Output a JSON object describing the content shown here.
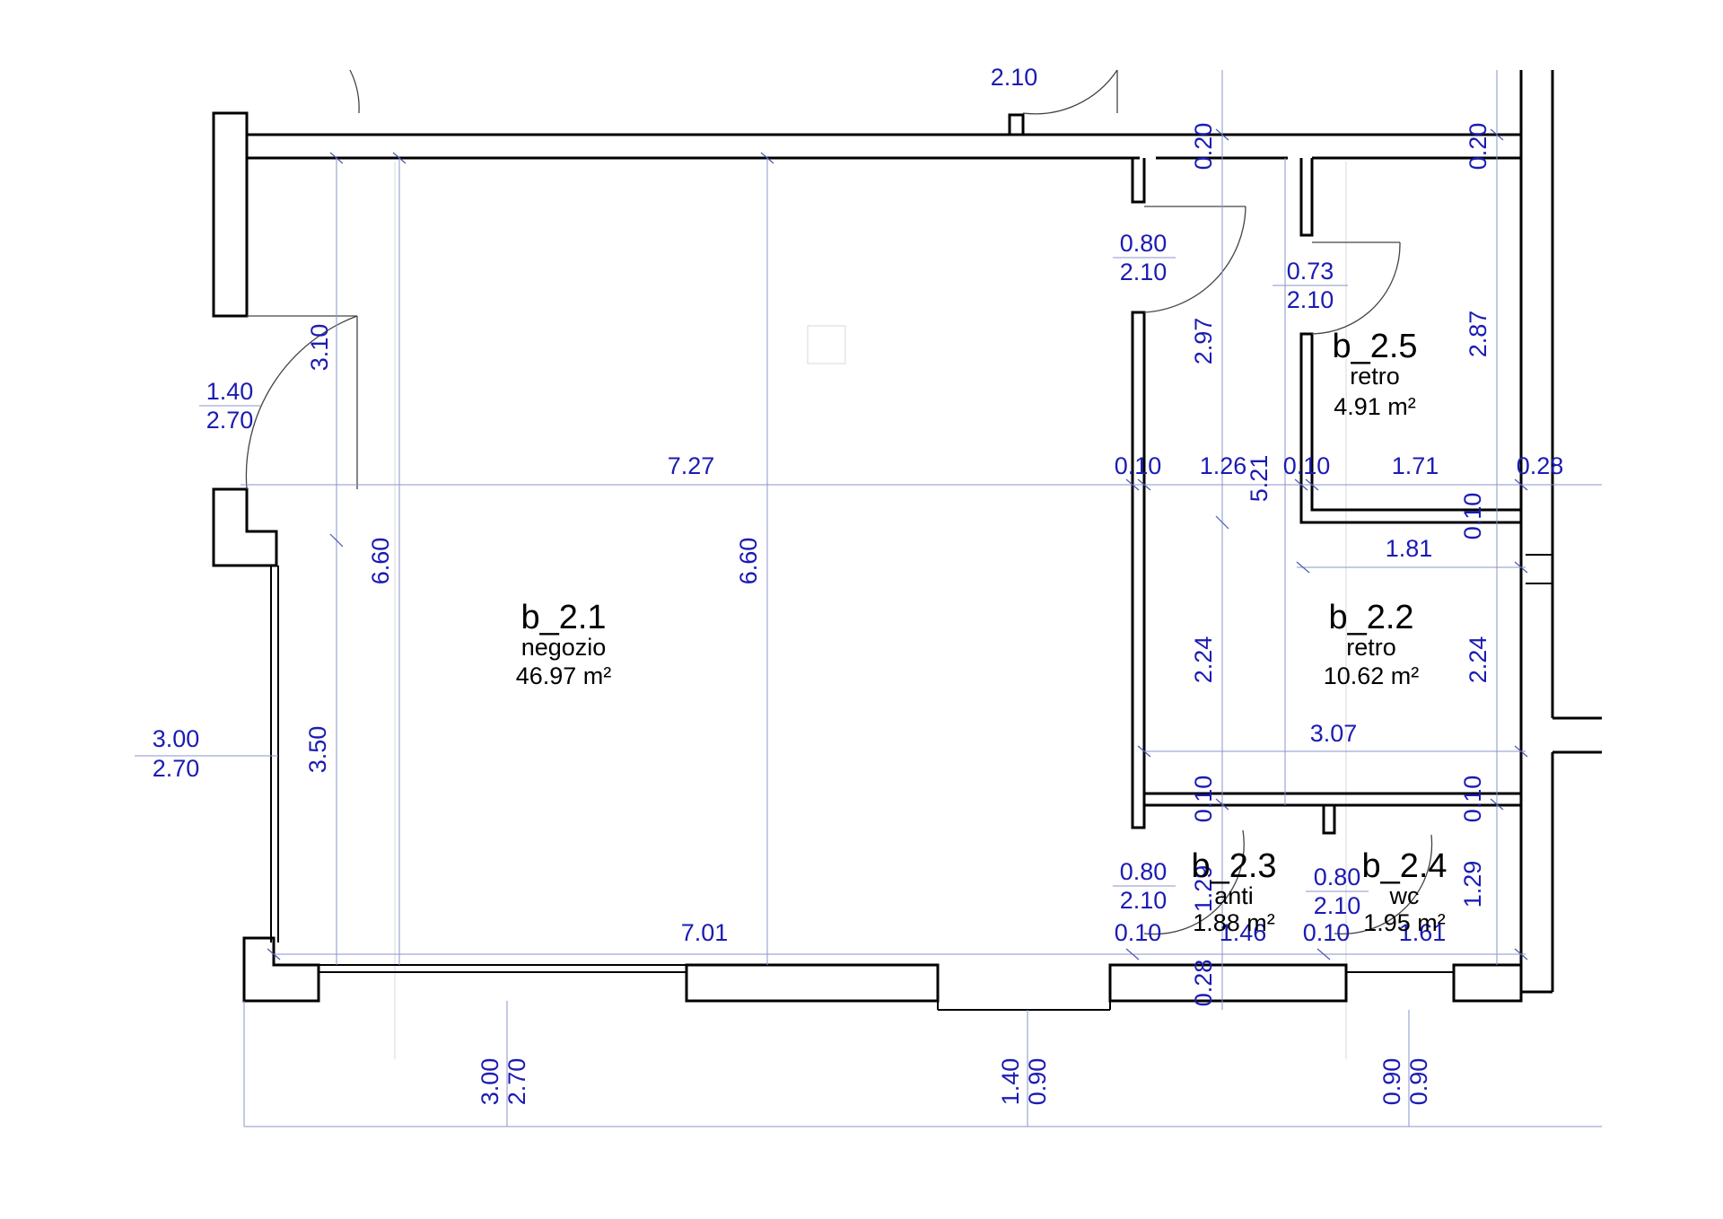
{
  "rooms": [
    {
      "code": "b_2.1",
      "name": "negozio",
      "area": "46.97 m²"
    },
    {
      "code": "b_2.2",
      "name": "retro",
      "area": "10.62 m²"
    },
    {
      "code": "b_2.3",
      "name": "anti",
      "area": "1.88 m²"
    },
    {
      "code": "b_2.4",
      "name": "wc",
      "area": "1.95 m²"
    },
    {
      "code": "b_2.5",
      "name": "retro",
      "area": "4.91 m²"
    }
  ],
  "openings": [
    {
      "width": "1.40",
      "height": "2.70"
    },
    {
      "width": "3.00",
      "height": "2.70"
    },
    {
      "width": "0.80",
      "height": "2.10"
    },
    {
      "width": "0.73",
      "height": "2.10"
    },
    {
      "width": "0.80",
      "height": "2.10"
    },
    {
      "width": "0.80",
      "height": "2.10"
    },
    {
      "width": "3.00",
      "height": "2.70"
    },
    {
      "width": "1.40",
      "height": "0.90"
    },
    {
      "width": "0.90",
      "height": "0.90"
    }
  ],
  "top_opening_height": "2.10",
  "dimensions": {
    "horizontal": [
      "7.27",
      "0.10",
      "1.26",
      "0.10",
      "1.71",
      "0.28",
      "1.81",
      "3.07",
      "7.01",
      "0.10",
      "1.46",
      "0.10",
      "1.61"
    ],
    "vertical": [
      "3.10",
      "6.60",
      "6.60",
      "3.50",
      "0.20",
      "0.20",
      "2.97",
      "2.87",
      "5.21",
      "0.10",
      "2.24",
      "2.24",
      "0.10",
      "0.10",
      "1.29",
      "1.29",
      "0.28"
    ]
  }
}
